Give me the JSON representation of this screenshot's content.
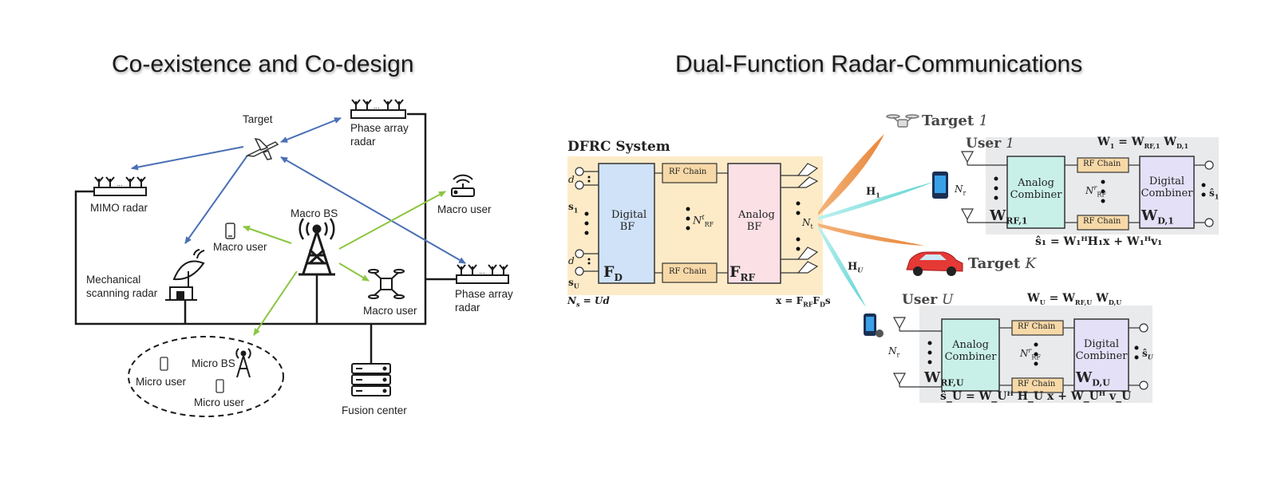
{
  "left": {
    "title": "Co-existence and Co-design",
    "labels": {
      "target": "Target",
      "phase_top": "Phase array\nradar",
      "mimo": "MIMO radar",
      "macro_bs": "Macro BS",
      "macro_user_left": "Macro user",
      "macro_user_right": "Macro user",
      "macro_user_drone": "Macro user",
      "mech": "Mechanical\nscanning radar",
      "phase_right": "Phase array\nradar",
      "micro_bs": "Micro BS",
      "micro_user_1": "Micro user",
      "micro_user_2": "Micro user",
      "fusion": "Fusion center"
    },
    "colors": {
      "blue_link": "#4a6fb5",
      "green_link": "#8cc63f",
      "line": "#1a1a1a"
    }
  },
  "right": {
    "title": "Dual-Function Radar-Communications",
    "dfrc": {
      "title": "DFRC System",
      "digital_bf": "Digital\nBF",
      "fd": "F",
      "fd_sub": "D",
      "rf_chain": "RF Chain",
      "n_rf": "N",
      "n_rf_sup": "t",
      "n_rf_sub": "RF",
      "analog_bf": "Analog\nBF",
      "frf": "F",
      "frf_sub": "RF",
      "d": "d",
      "s1": "s",
      "s1_sub": "1",
      "su": "s",
      "su_sub": "U",
      "ns_eq": "N",
      "ns_sub": "s",
      "ns_rhs": " = Ud",
      "x_eq": "x = F",
      "x_sub1": "RF",
      "x_mid": "F",
      "x_sub2": "D",
      "x_end": "s",
      "nt": "N",
      "nt_sub": "t"
    },
    "targets": {
      "t1": "Target",
      "t1_idx": "1",
      "tk": "Target",
      "tk_idx": "K"
    },
    "channels": {
      "h1": "H",
      "h1_sub": "1",
      "hu": "H",
      "hu_sub": "U"
    },
    "user1": {
      "title": "User",
      "idx": "1",
      "w_eq": "W",
      "w_sub": "1",
      "w_rhs": " = W",
      "w_rhs_sub": "RF,1",
      "w_d": " W",
      "w_d_sub": "D,1",
      "analog": "Analog\nCombiner",
      "wrf": "W",
      "wrf_sub": "RF,1",
      "rf_chain": "RF Chain",
      "nr": "N",
      "nr_sup": "r",
      "nr_sub": "RF",
      "digital": "Digital\nCombiner",
      "wd": "W",
      "wd_sub": "D,1",
      "nr_ant": "N",
      "nr_ant_sub": "r",
      "s_hat": "ŝ",
      "s_hat_sub": "1",
      "eq": "ŝ₁ = W₁ᴴH₁x + W₁ᴴv₁"
    },
    "userU": {
      "title": "User",
      "idx": "U",
      "w_eq": "W",
      "w_sub": "U",
      "w_rhs": " = W",
      "w_rhs_sub": "RF,U",
      "w_d": " W",
      "w_d_sub": "D,U",
      "analog": "Analog\nCombiner",
      "wrf": "W",
      "wrf_sub": "RF,U",
      "rf_chain": "RF Chain",
      "nr": "N",
      "nr_sup": "r",
      "nr_sub": "RF",
      "digital": "Digital\nCombiner",
      "wd": "W",
      "wd_sub": "D,U",
      "nr_ant": "N",
      "nr_ant_sub": "r",
      "s_hat": "ŝ",
      "s_hat_sub": "U",
      "eq": "ŝ_U = W_Uᴴ H_U x + W_Uᴴ v_U"
    },
    "colors": {
      "dfrc_bg": "#fdebc8",
      "digital_bf": "#cfe2f8",
      "analog_bf": "#fbe0e6",
      "rf_chain": "#f7d9a8",
      "analog_comb": "#c9f0e8",
      "digital_comb": "#e4e0f7",
      "user_bg": "#e9eaec",
      "beam_orange": "#e8863a",
      "beam_cyan": "#7fe0e0"
    }
  }
}
